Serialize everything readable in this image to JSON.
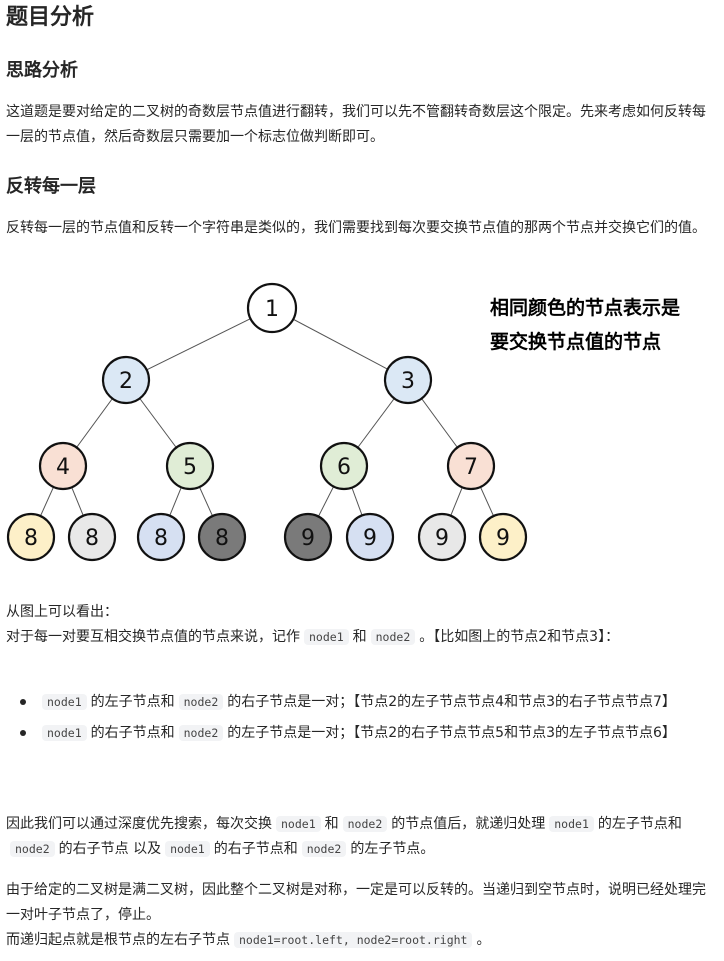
{
  "title": "题目分析",
  "section1": {
    "heading": "思路分析",
    "para": "这道题是要对给定的二叉树的奇数层节点值进行翻转，我们可以先不管翻转奇数层这个限定。先来考虑如何反转每一层的节点值，然后奇数层只需要加一个标志位做判断即可。"
  },
  "section2": {
    "heading": "反转每一层",
    "para": "反转每一层的节点值和反转一个字符串是类似的，我们需要找到每次要交换节点值的那两个节点并交换它们的值。"
  },
  "figure": {
    "caption_line1": "相同颜色的节点表示是",
    "caption_line2": "要交换节点值的节点",
    "nodes": [
      {
        "id": "n1",
        "label": "1",
        "fill": "#ffffff"
      },
      {
        "id": "n2",
        "label": "2",
        "fill": "#dbe8f5"
      },
      {
        "id": "n3",
        "label": "3",
        "fill": "#dbe8f5"
      },
      {
        "id": "n4",
        "label": "4",
        "fill": "#f9e0d4"
      },
      {
        "id": "n5",
        "label": "5",
        "fill": "#e0edd6"
      },
      {
        "id": "n6",
        "label": "6",
        "fill": "#e0edd6"
      },
      {
        "id": "n7",
        "label": "7",
        "fill": "#f9e0d4"
      },
      {
        "id": "n8a",
        "label": "8",
        "fill": "#fdf0c8"
      },
      {
        "id": "n8b",
        "label": "8",
        "fill": "#e8e8e8"
      },
      {
        "id": "n8c",
        "label": "8",
        "fill": "#d6e0f2"
      },
      {
        "id": "n8d",
        "label": "8",
        "fill": "#7a7a7a"
      },
      {
        "id": "n9a",
        "label": "9",
        "fill": "#7a7a7a"
      },
      {
        "id": "n9b",
        "label": "9",
        "fill": "#d6e0f2"
      },
      {
        "id": "n9c",
        "label": "9",
        "fill": "#e8e8e8"
      },
      {
        "id": "n9d",
        "label": "9",
        "fill": "#fdf0c8"
      }
    ]
  },
  "observe": {
    "line1": "从图上可以看出：",
    "line2_a": "对于每一对要互相交换节点值的节点来说，记作",
    "code_node1": "node1",
    "line2_b": "和",
    "code_node2": "node2",
    "line2_c": "。【比如图上的节点2和节点3】："
  },
  "bullets": {
    "b1_a": "的左子节点和",
    "b1_b": "的右子节点是一对；【节点2的左子节点节点4和节点3的右子节点节点7】",
    "b2_a": "的右子节点和",
    "b2_b": "的左子节点是一对；【节点2的右子节点节点5和节点3的左子节点节点6】"
  },
  "conclusion": {
    "a": "因此我们可以通过深度优先搜索，每次交换",
    "b": "和",
    "c": "的节点值后，就递归处理",
    "d": "的左子节点和",
    "e": "的右子节点 以及",
    "f": "的右子节点和",
    "g": "的左子节点。"
  },
  "final": {
    "line1": "由于给定的二叉树是满二叉树，因此整个二叉树是对称，一定是可以反转的。当递归到空节点时，说明已经处理完一对叶子节点了，停止。",
    "line2_a": "而递归起点就是根节点的左右子节点",
    "code_start": "node1=root.left, node2=root.right",
    "line2_b": "。"
  }
}
